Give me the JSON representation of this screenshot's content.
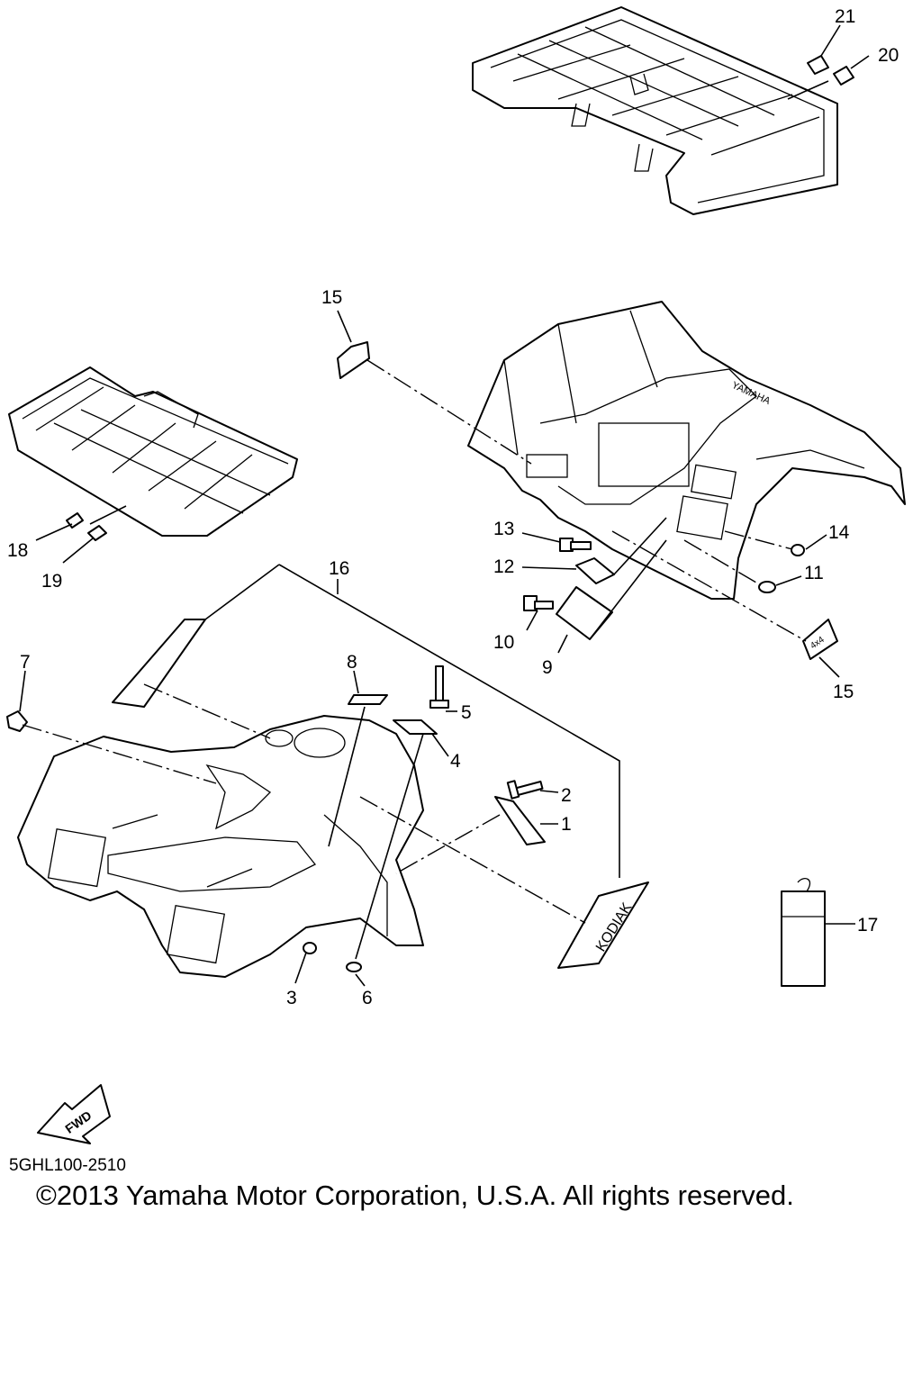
{
  "diagram": {
    "callouts": {
      "n1": "1",
      "n2": "2",
      "n3": "3",
      "n4": "4",
      "n5": "5",
      "n6": "6",
      "n7": "7",
      "n8": "8",
      "n9": "9",
      "n10": "10",
      "n11": "11",
      "n12": "12",
      "n13": "13",
      "n14": "14",
      "n15a": "15",
      "n15b": "15",
      "n16": "16",
      "n17": "17",
      "n18": "18",
      "n19": "19",
      "n20": "20",
      "n21": "21"
    },
    "embossed_text": {
      "fwd": "FWD",
      "kodiak": "KODIAK",
      "yamaha": "YAMAHA",
      "badge": "4x4"
    }
  },
  "footer": {
    "diagram_code": "5GHL100-2510",
    "copyright": "©2013 Yamaha Motor Corporation, U.S.A. All rights reserved."
  }
}
